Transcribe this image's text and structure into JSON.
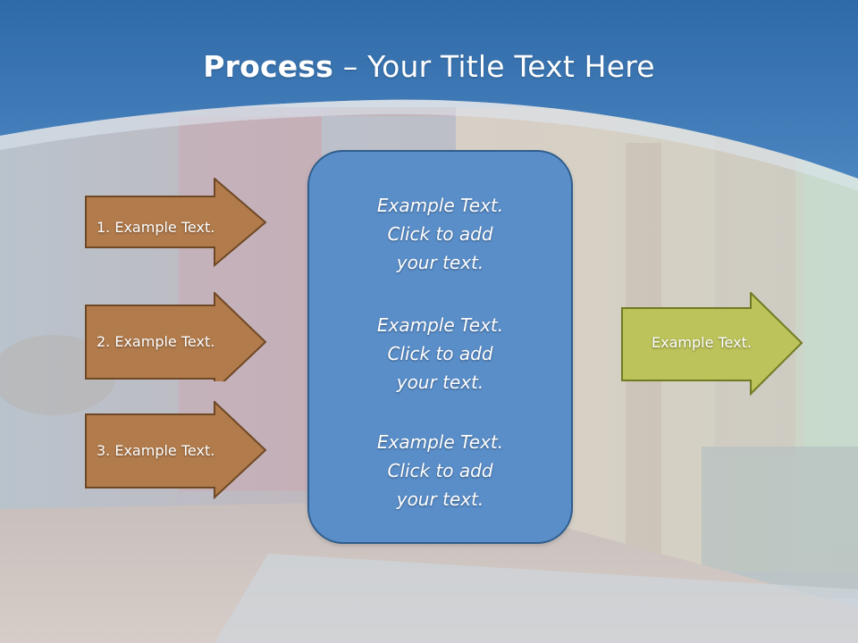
{
  "slide": {
    "title_bold": "Process",
    "title_rest": " – Your Title Text Here"
  },
  "steps": [
    {
      "label": "1. Example Text."
    },
    {
      "label": "2. Example Text."
    },
    {
      "label": "3. Example Text."
    }
  ],
  "center_box": {
    "paragraphs": [
      {
        "line1": "Example Text.",
        "line2": "Click  to add",
        "line3": "your text."
      },
      {
        "line1": "Example Text.",
        "line2": "Click  to add",
        "line3": "your text."
      },
      {
        "line1": "Example Text.",
        "line2": "Click  to add",
        "line3": "your text."
      }
    ]
  },
  "result": {
    "label": "Example Text."
  },
  "colors": {
    "header_blue": "#3e78b5",
    "step_arrow_fill": "#b27b4c",
    "step_arrow_border": "#6e4825",
    "center_fill": "#5a8ec9",
    "result_fill": "#bcc35a",
    "result_border": "#707a22"
  }
}
